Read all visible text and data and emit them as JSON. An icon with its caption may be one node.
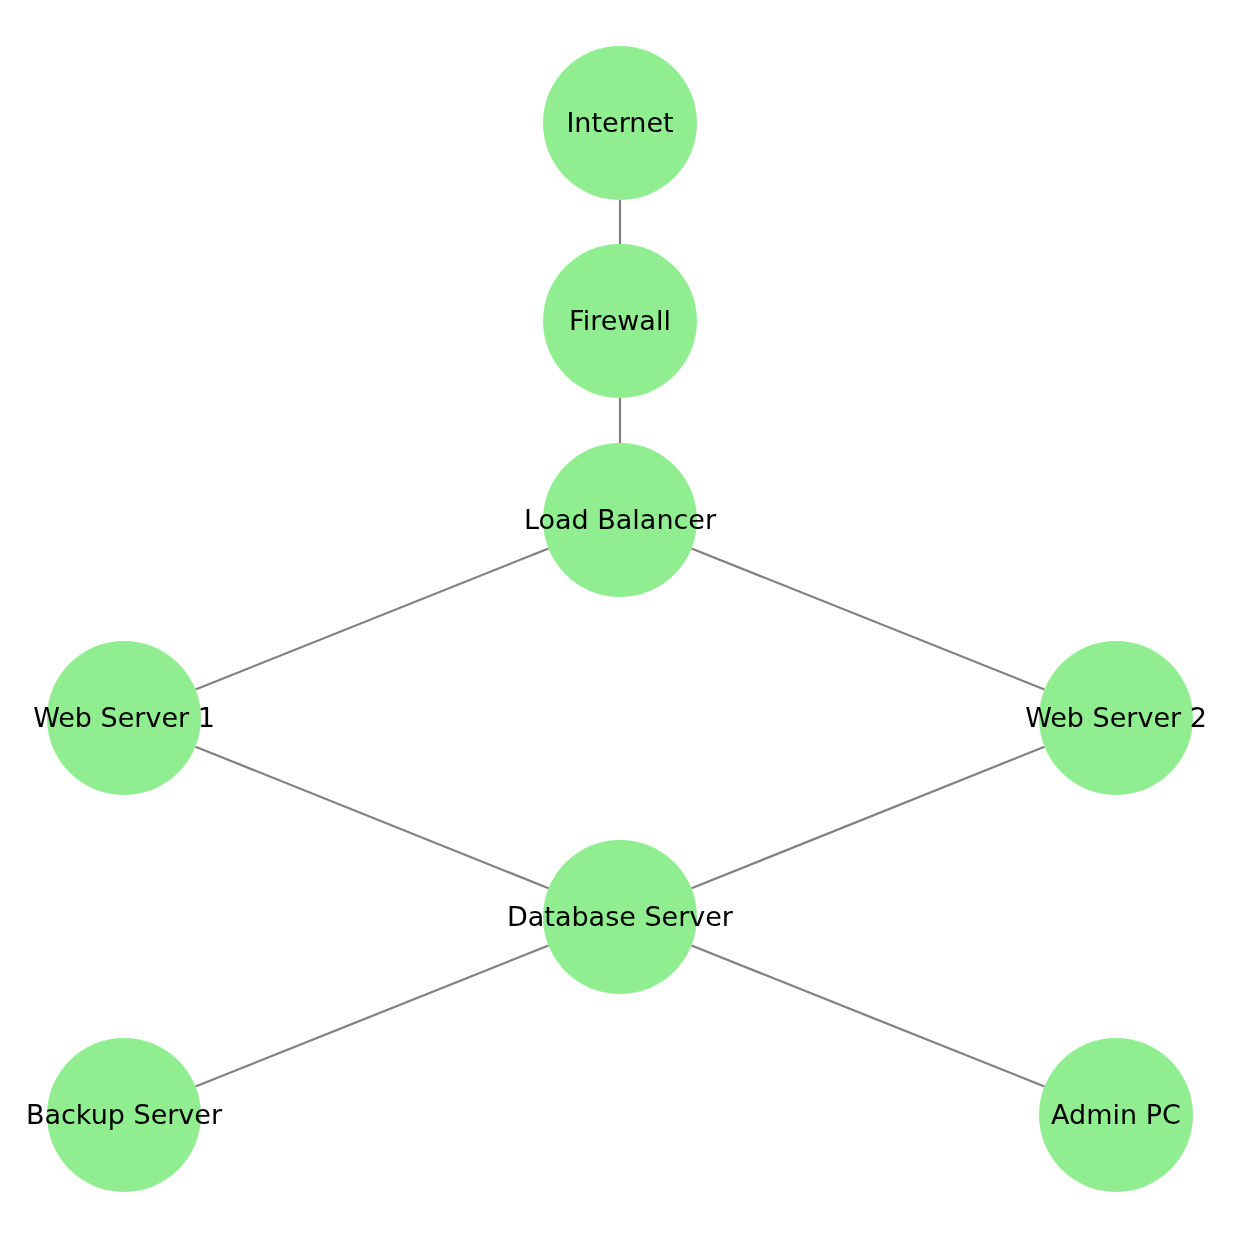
{
  "diagram": {
    "nodes": [
      {
        "text": [
          "Internet"
        ]
      },
      {
        "text": [
          "Firewall"
        ]
      },
      {
        "text": [
          "Load Balancer"
        ]
      },
      {
        "text": [
          "Web Server 1"
        ]
      },
      {
        "text": [
          "Web Server 2"
        ]
      },
      {
        "text": [
          "Database Server"
        ]
      },
      {
        "text": [
          "Backup Server"
        ]
      },
      {
        "text": [
          "Admin PC"
        ]
      }
    ],
    "edges": [
      {
        "from": 0,
        "to": 1,
        "arrow": "none"
      },
      {
        "from": 1,
        "to": 2,
        "arrow": "none"
      },
      {
        "from": 2,
        "to": 3,
        "arrow": "none"
      },
      {
        "from": 2,
        "to": 4,
        "arrow": "none"
      },
      {
        "from": 3,
        "to": 5,
        "arrow": "none"
      },
      {
        "from": 4,
        "to": 5,
        "arrow": "none"
      },
      {
        "from": 5,
        "to": 6,
        "arrow": "none"
      },
      {
        "from": 5,
        "to": 7,
        "arrow": "none"
      }
    ]
  }
}
